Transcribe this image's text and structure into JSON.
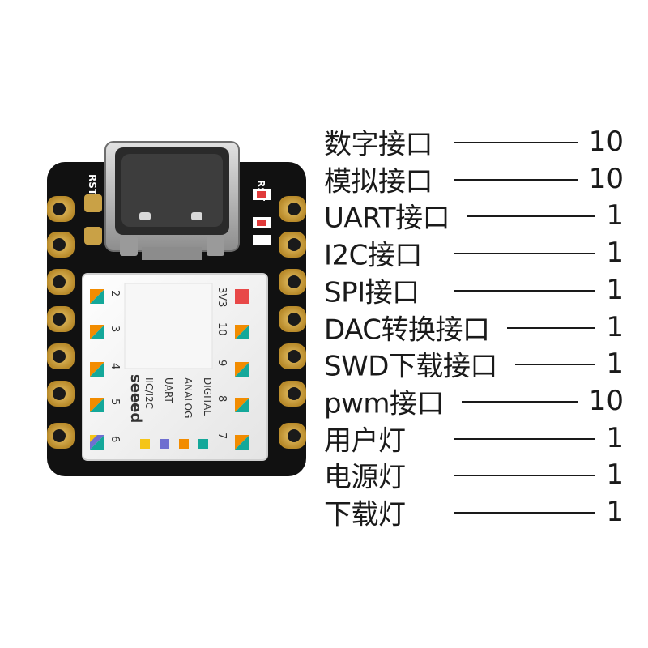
{
  "board": {
    "silk_left": "RST",
    "silk_right": "RST",
    "brand": "seeed",
    "pin_numbers_left": [
      "2",
      "3",
      "4",
      "5",
      "6"
    ],
    "pin_numbers_right": [
      "3V3",
      "10",
      "9",
      "8",
      "7"
    ],
    "legend": [
      {
        "label": "IIC/I2C",
        "color": "#f5c518"
      },
      {
        "label": "UART",
        "color": "#6f6fd0"
      },
      {
        "label": "ANALOG",
        "color": "#f28c00"
      },
      {
        "label": "DIGITAL",
        "color": "#14a89a"
      }
    ]
  },
  "specs": [
    {
      "label": "数字接口",
      "value": "10"
    },
    {
      "label": "模拟接口",
      "value": "10"
    },
    {
      "label": "UART接口",
      "value": "1"
    },
    {
      "label": "I2C接口",
      "value": "1"
    },
    {
      "label": "SPI接口",
      "value": "1"
    },
    {
      "label": "DAC转换接口",
      "value": "1"
    },
    {
      "label": "SWD下载接口",
      "value": "1"
    },
    {
      "label": "pwm接口",
      "value": "10"
    },
    {
      "label": "用户灯",
      "value": "1"
    },
    {
      "label": "电源灯",
      "value": "1"
    },
    {
      "label": "下载灯",
      "value": "1"
    }
  ]
}
